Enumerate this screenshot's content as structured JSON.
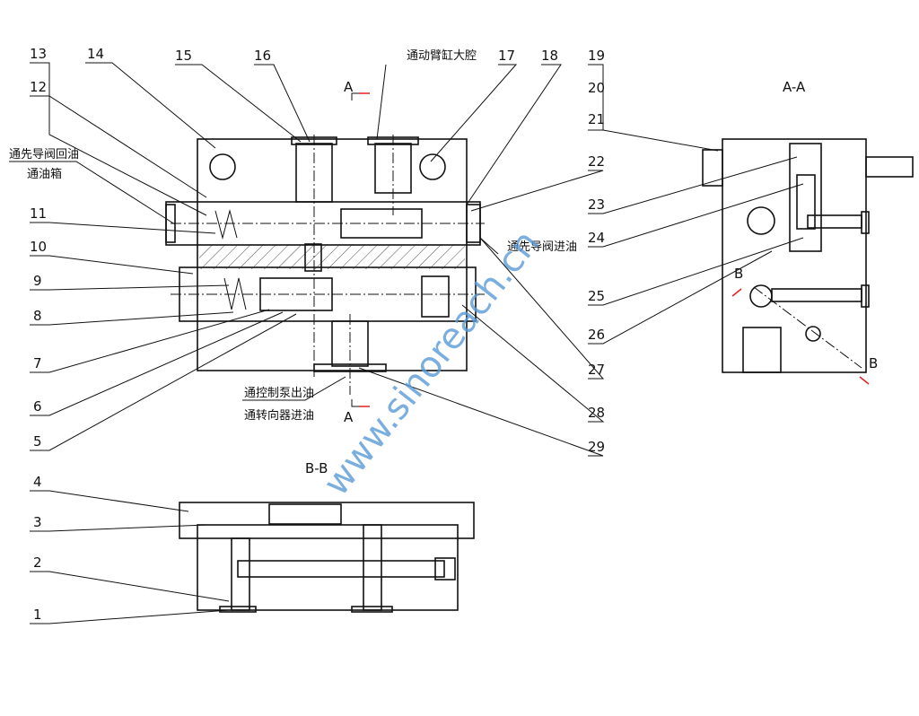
{
  "part_numbers": [
    "1",
    "2",
    "3",
    "4",
    "5",
    "6",
    "7",
    "8",
    "9",
    "10",
    "11",
    "12",
    "13",
    "14",
    "15",
    "16",
    "17",
    "18",
    "19",
    "20",
    "21",
    "22",
    "23",
    "24",
    "25",
    "26",
    "27",
    "28",
    "29"
  ],
  "annotations": {
    "pilot_return": "通先导阀回油",
    "to_tank": "通油箱",
    "boom_cylinder": "通动臂缸大腔",
    "pilot_inlet": "通先导阀进油",
    "pump_outlet": "通控制泵出油",
    "steering_inlet": "通转向器进油"
  },
  "sections": {
    "aa_marker": "A",
    "aa_title": "A-A",
    "bb_marker": "B",
    "bb_title": "B-B"
  },
  "watermark": "www.sinoreach.cn",
  "colors": {
    "line": "#111111",
    "watermark": "#5a9bd8",
    "section_mark": "#e02020"
  }
}
